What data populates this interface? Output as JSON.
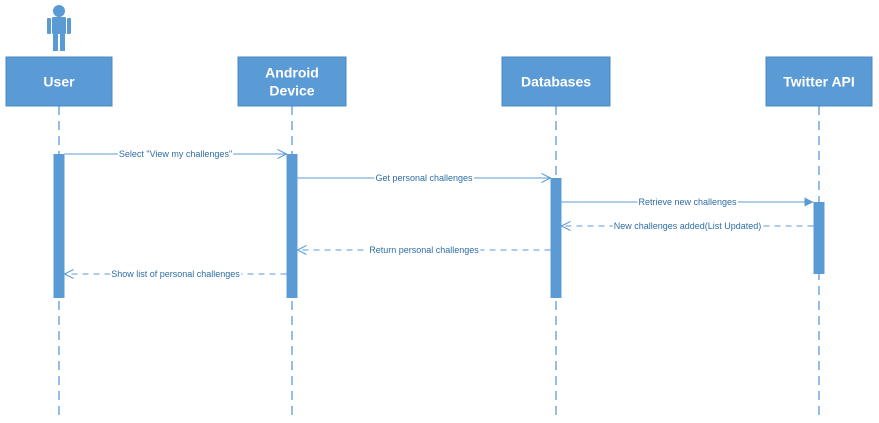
{
  "diagram": {
    "actors": [
      {
        "id": "user",
        "label_lines": [
          "User"
        ]
      },
      {
        "id": "android",
        "label_lines": [
          "Android",
          "Device"
        ]
      },
      {
        "id": "databases",
        "label_lines": [
          "Databases"
        ]
      },
      {
        "id": "twitter",
        "label_lines": [
          "Twitter API"
        ]
      }
    ],
    "messages": [
      {
        "id": "m1",
        "from": "user",
        "to": "android",
        "label": "Select \"View my challenges\"",
        "style": "solid",
        "arrow": "open"
      },
      {
        "id": "m2",
        "from": "android",
        "to": "databases",
        "label": "Get personal challenges",
        "style": "solid",
        "arrow": "open"
      },
      {
        "id": "m3",
        "from": "databases",
        "to": "twitter",
        "label": "Retrieve new challenges",
        "style": "solid",
        "arrow": "filled"
      },
      {
        "id": "m4",
        "from": "twitter",
        "to": "databases",
        "label": "New challenges added(List Updated)",
        "style": "dashed",
        "arrow": "open"
      },
      {
        "id": "m5",
        "from": "databases",
        "to": "android",
        "label": "Return personal challenges",
        "style": "dashed",
        "arrow": "open"
      },
      {
        "id": "m6",
        "from": "android",
        "to": "user",
        "label": "Show list of personal challenges",
        "style": "dashed",
        "arrow": "open"
      }
    ],
    "colors": {
      "primary": "#5b9bd5",
      "label_text": "#2e6da4"
    },
    "icons": {
      "user_actor": "person-icon"
    }
  }
}
